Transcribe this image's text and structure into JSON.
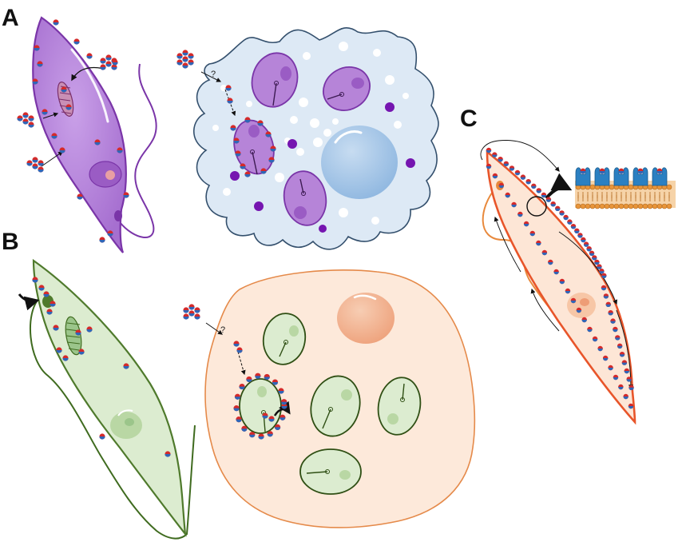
{
  "panels": [
    {
      "letter": "A"
    },
    {
      "letter": "B"
    },
    {
      "letter": "C"
    }
  ],
  "annotations": {
    "unknown_entry_a": "?",
    "unknown_entry_b": "?"
  },
  "colors": {
    "panel_a_cell": "#b07fd6",
    "panel_a_outline": "#7a35a8",
    "panel_a_host": "#dde9f5",
    "panel_a_host_outline": "#34506d",
    "panel_a_nucleus": "#a9c8e6",
    "panel_a_dark_vesicle": "#7515b0",
    "panel_b_cell": "#dcecd0",
    "panel_b_outline": "#4f7a2c",
    "panel_b_host": "#fde9da",
    "panel_b_host_outline": "#e58a4a",
    "panel_b_nucleus": "#f2b594",
    "panel_c_cell": "#fde6d6",
    "panel_c_outline": "#e8893c",
    "particle_red": "#d42a2a",
    "particle_blue": "#2f66b8",
    "lipid_head": "#e8953a",
    "membrane_protein": "#2b80c2"
  }
}
